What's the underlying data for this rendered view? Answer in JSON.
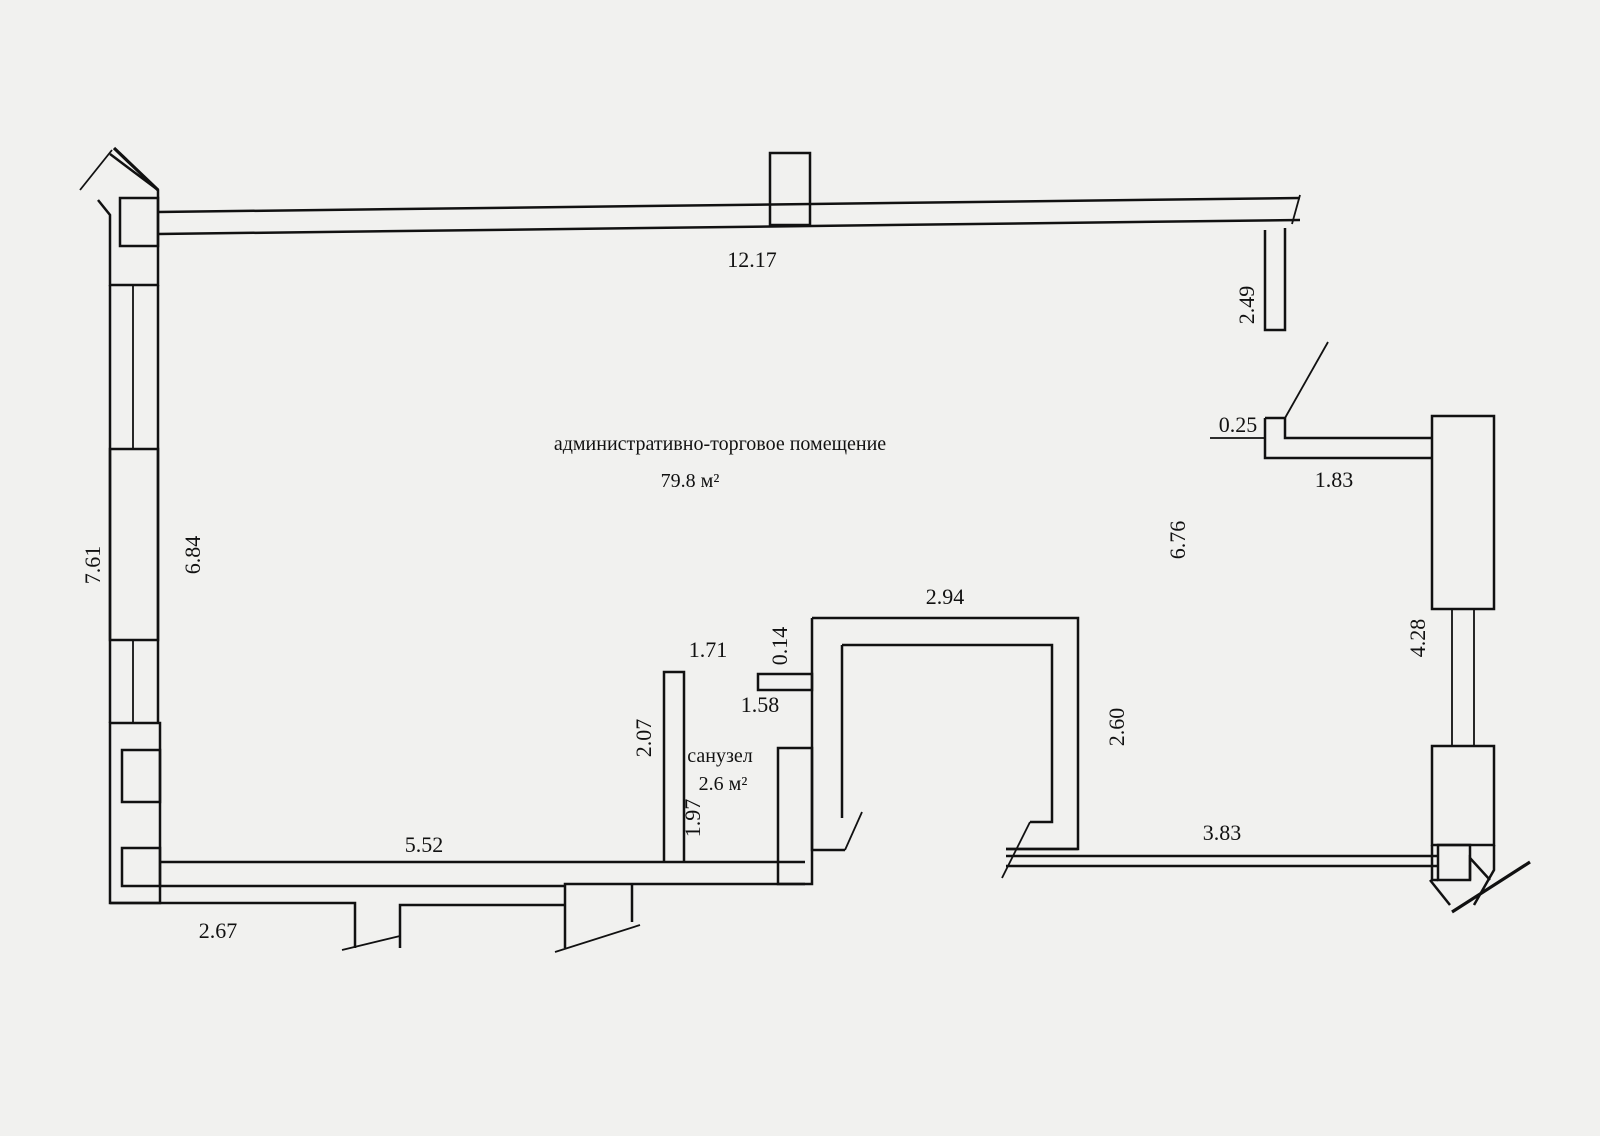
{
  "rooms": {
    "main": {
      "name": "административно-торговое помещение",
      "area": "79.8 м²"
    },
    "bathroom": {
      "name": "санузел",
      "area": "2.6 м²"
    }
  },
  "dimensions": {
    "top_wall": "12.17",
    "right_stub": "2.49",
    "stub_thickness": "0.25",
    "right_short_wall": "1.83",
    "center_right_height": "6.76",
    "left_outer": "7.61",
    "left_inner": "6.84",
    "right_window": "4.28",
    "column_width": "2.94",
    "column_offset": "0.14",
    "bath_top": "1.71",
    "bath_depth": "2.07",
    "bath_inner_width": "1.58",
    "bath_inner_depth": "1.97",
    "column_height": "2.60",
    "bottom_left": "5.52",
    "bottom_right": "3.83",
    "left_bottom_step": "2.67"
  }
}
